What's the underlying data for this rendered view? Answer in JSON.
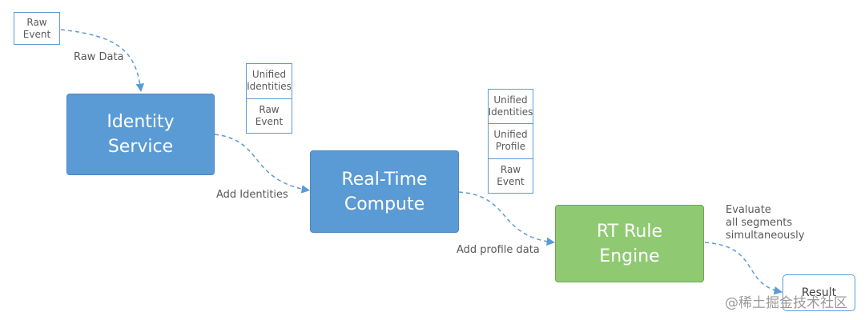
{
  "raw_event_box": {
    "line1": "Raw",
    "line2": "Event"
  },
  "labels": {
    "raw_data": "Raw Data",
    "add_identities": "Add Identities",
    "add_profile_data": "Add profile data",
    "evaluate_line1": "Evaluate",
    "evaluate_line2": "all segments",
    "evaluate_line3": "simultaneously"
  },
  "nodes": {
    "identity_service": {
      "line1": "Identity",
      "line2": "Service"
    },
    "real_time_compute": {
      "line1": "Real-Time",
      "line2": "Compute"
    },
    "rt_rule_engine": {
      "line1": "RT Rule",
      "line2": "Engine"
    }
  },
  "stack_one": [
    {
      "line1": "Unified",
      "line2": "Identities"
    },
    {
      "line1": "Raw",
      "line2": "Event"
    }
  ],
  "stack_two": [
    {
      "line1": "Unified",
      "line2": "Identities"
    },
    {
      "line1": "Unified",
      "line2": "Profile"
    },
    {
      "line1": "Raw",
      "line2": "Event"
    }
  ],
  "result": "Result",
  "watermark": "@稀土掘金技术社区",
  "colors": {
    "service_blue": "#5b9bd5",
    "engine_green": "#8fca72",
    "connector": "#5b9bd5"
  }
}
